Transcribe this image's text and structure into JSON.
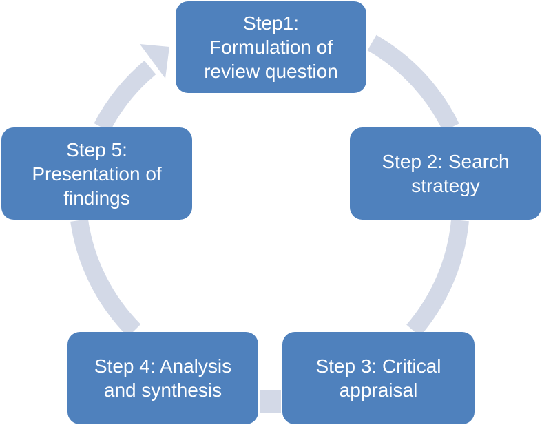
{
  "colors": {
    "box_fill": "#4f81bd",
    "box_text": "#ffffff",
    "ring": "#d3d9e7"
  },
  "steps": [
    {
      "label": "Step1:\nFormulation of\nreview question"
    },
    {
      "label": "Step 2: Search\nstrategy"
    },
    {
      "label": "Step 3: Critical\nappraisal"
    },
    {
      "label": "Step 4: Analysis\nand synthesis"
    },
    {
      "label": "Step 5:\nPresentation of\nfindings"
    }
  ]
}
